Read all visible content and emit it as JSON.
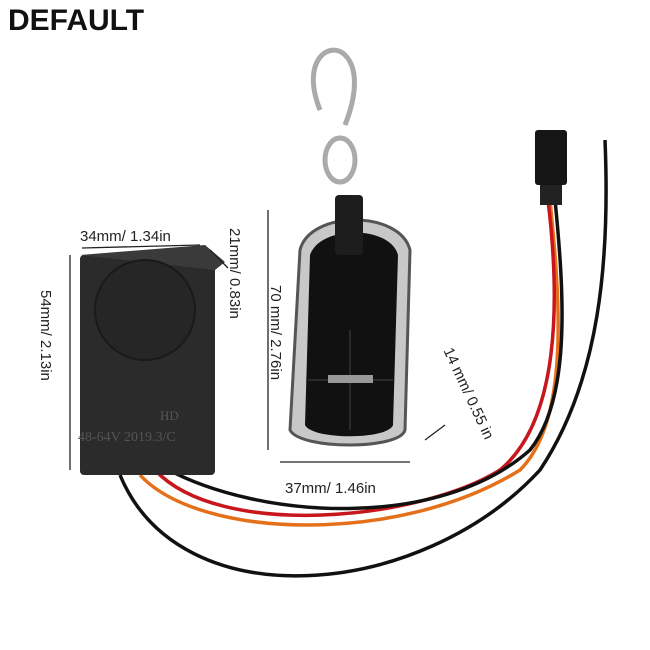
{
  "badge": "DEFAULT",
  "dimensions": {
    "alarm_width": "34mm/ 1.34in",
    "alarm_depth": "21mm/ 0.83in",
    "alarm_height": "54mm/ 2.13in",
    "remote_height": "70 mm/ 2.76in",
    "remote_width": "37mm/ 1.46in",
    "wire_gap": "14 mm/ 0.55 in"
  },
  "device_print": {
    "brand": "HD",
    "spec": "48-64V  2019.3/C"
  }
}
